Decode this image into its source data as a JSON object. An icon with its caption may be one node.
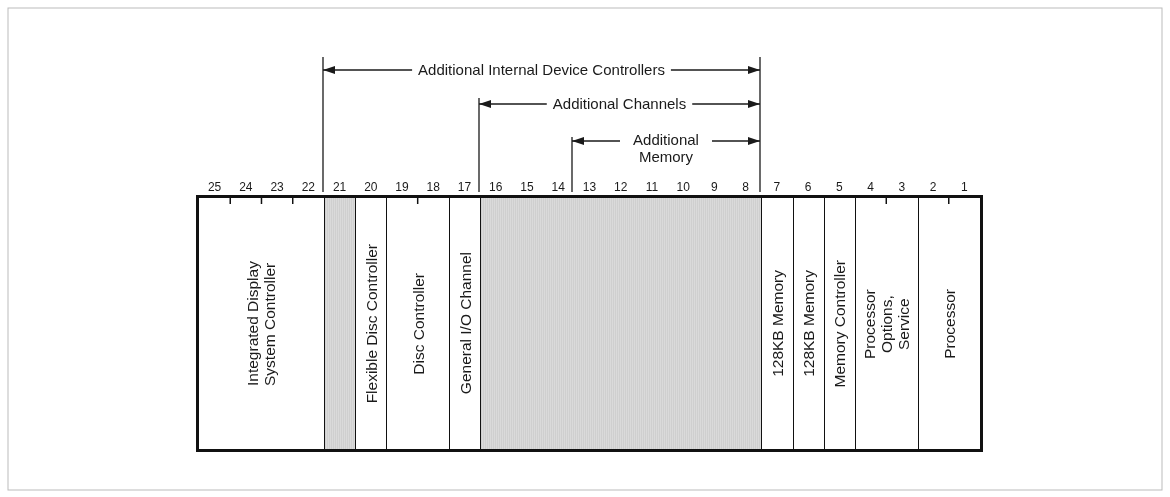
{
  "diagram": {
    "nodes": [
      {
        "text": [
          "Integrated Display System Controller"
        ]
      },
      {
        "text": [],
        "shape": "box"
      },
      {
        "text": [
          "Flexible Disc Controller"
        ]
      },
      {
        "text": [
          "Disc Controller"
        ]
      },
      {
        "text": [
          "General I/O Channel"
        ]
      },
      {
        "text": [],
        "shape": "box"
      },
      {
        "text": [
          "128KB Memory"
        ]
      },
      {
        "text": [
          "128KB Memory"
        ]
      },
      {
        "text": [
          "Memory Controller"
        ]
      },
      {
        "text": [
          "Processor Options, Service"
        ]
      },
      {
        "text": [
          "Processor"
        ]
      }
    ],
    "labels": [
      "Additional Internal Device Controllers",
      "Additional Channels",
      "Additional Memory",
      "25",
      "24",
      "23",
      "22",
      "21",
      "20",
      "19",
      "18",
      "17",
      "16",
      "15",
      "14",
      "13",
      "12",
      "11",
      "10",
      "9",
      "8",
      "7",
      "6",
      "5",
      "4",
      "3",
      "2",
      "1"
    ]
  }
}
